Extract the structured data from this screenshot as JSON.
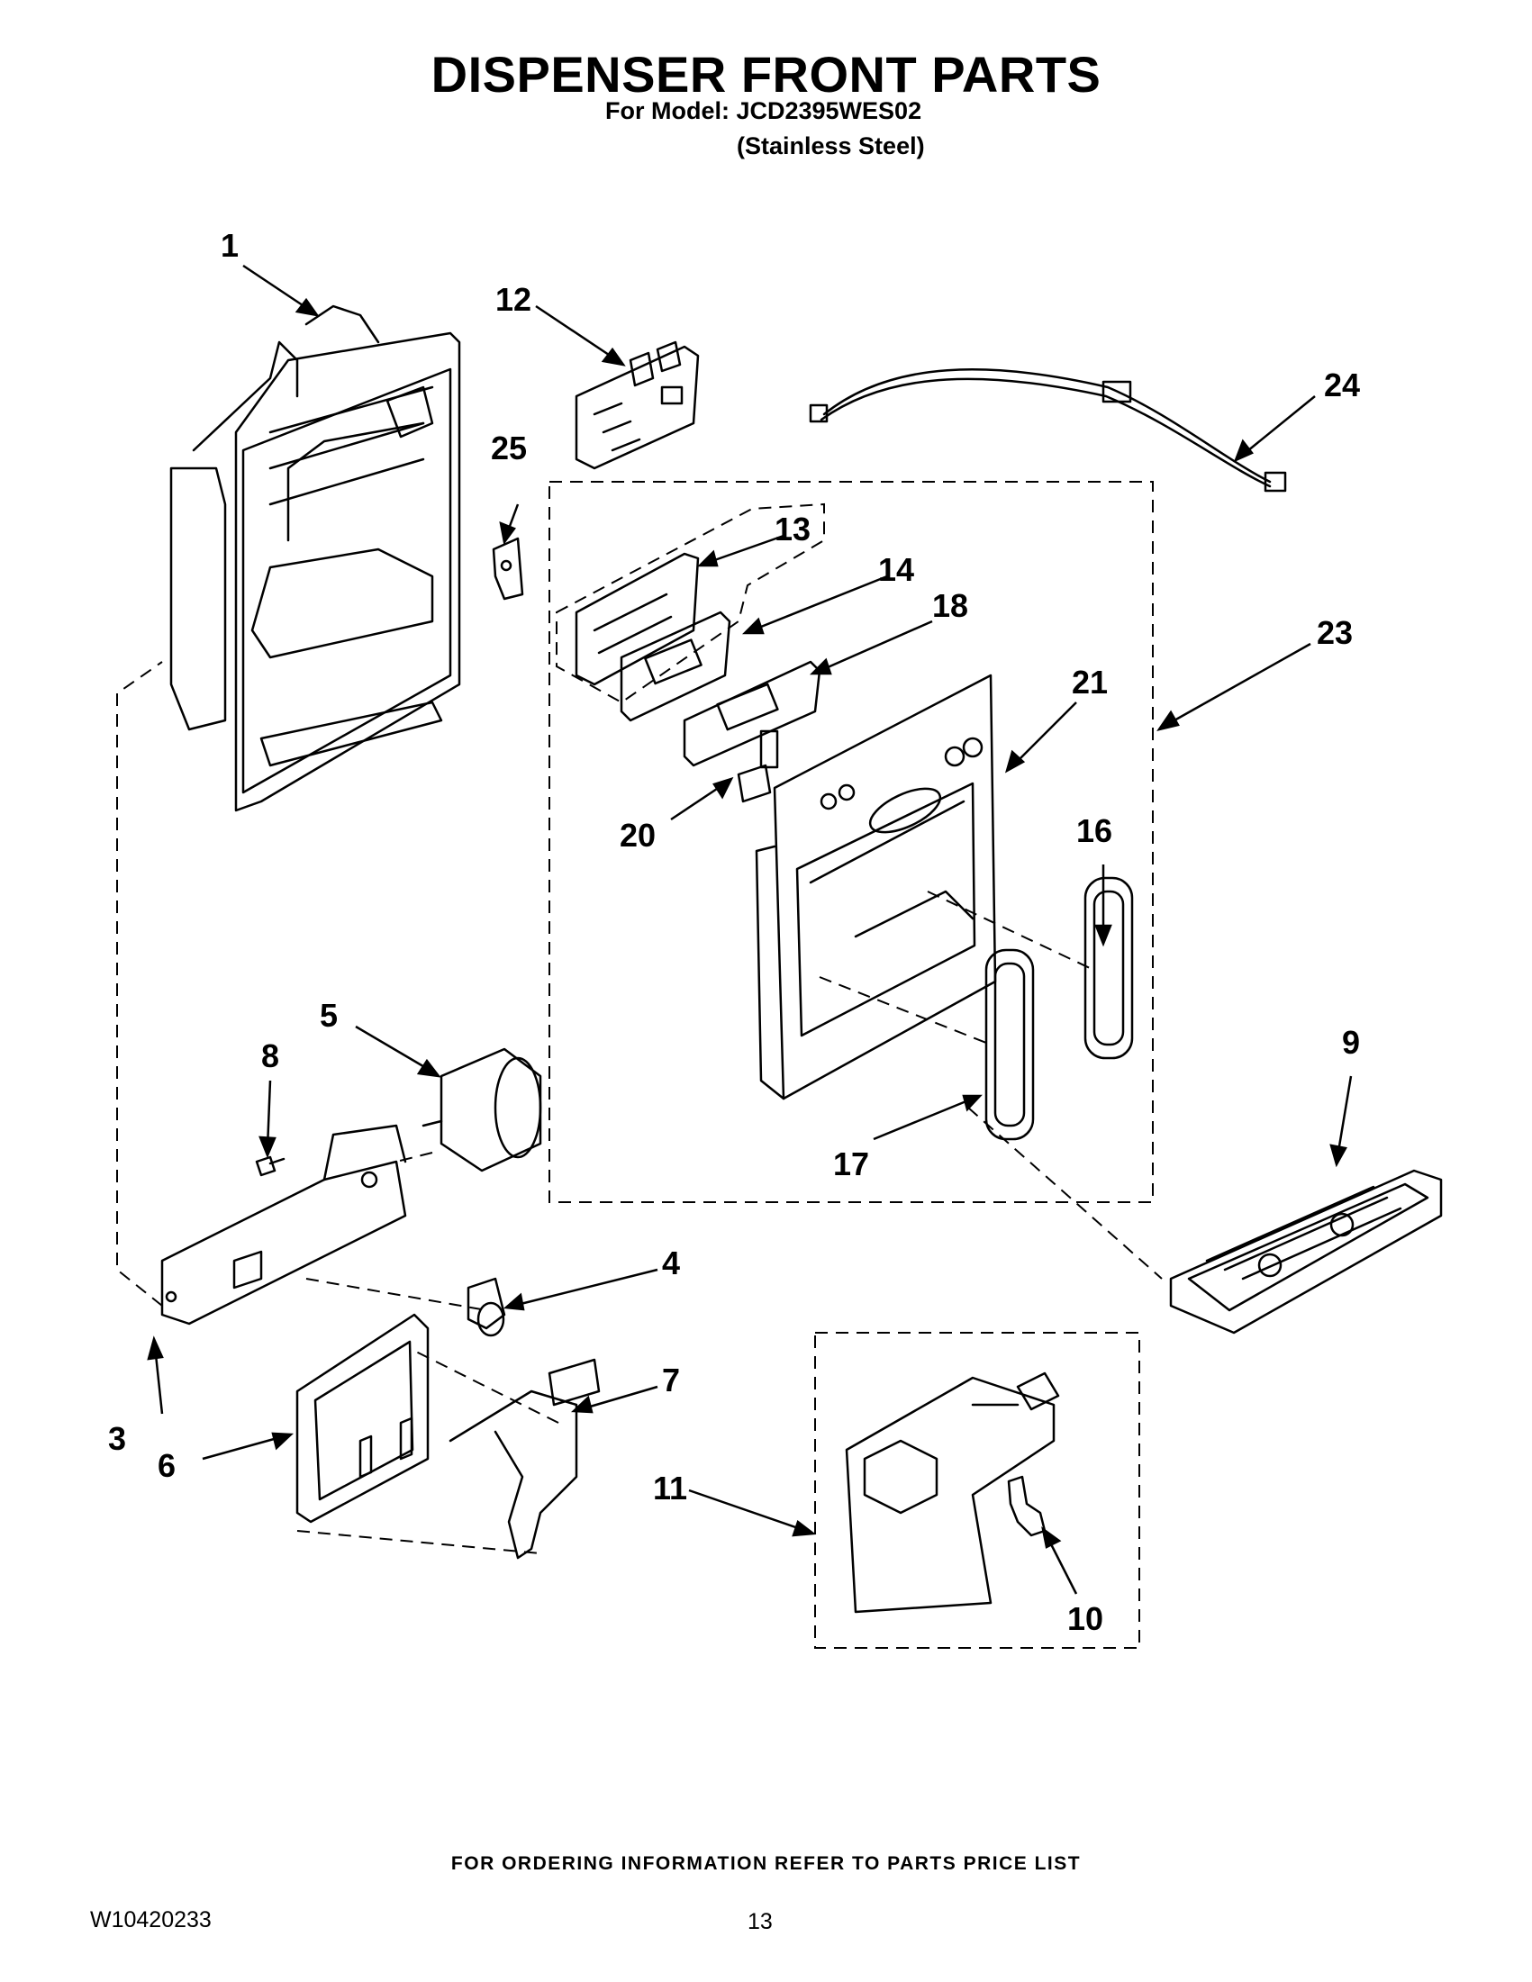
{
  "header": {
    "title": "DISPENSER FRONT PARTS",
    "model_line": "For Model: JCD2395WES02",
    "finish_line": "(Stainless Steel)"
  },
  "callouts": [
    "1",
    "3",
    "4",
    "5",
    "6",
    "7",
    "8",
    "9",
    "10",
    "11",
    "12",
    "13",
    "14",
    "16",
    "17",
    "18",
    "20",
    "21",
    "23",
    "24",
    "25"
  ],
  "parts": {
    "p1": "1",
    "p3": "3",
    "p4": "4",
    "p5": "5",
    "p6": "6",
    "p7": "7",
    "p8": "8",
    "p9": "9",
    "p10": "10",
    "p11": "11",
    "p12": "12",
    "p13": "13",
    "p14": "14",
    "p16": "16",
    "p17": "17",
    "p18": "18",
    "p20": "20",
    "p21": "21",
    "p23": "23",
    "p24": "24",
    "p25": "25"
  },
  "footer": {
    "ordering_note": "FOR ORDERING INFORMATION REFER TO PARTS PRICE LIST",
    "document_number": "W10420233",
    "page_number": "13"
  }
}
